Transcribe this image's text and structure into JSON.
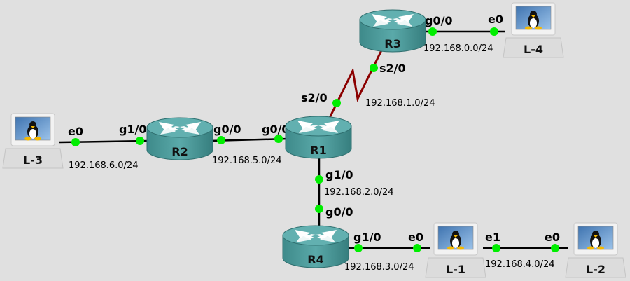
{
  "nodes": {
    "r1": {
      "name": "R1",
      "type": "router"
    },
    "r2": {
      "name": "R2",
      "type": "router"
    },
    "r3": {
      "name": "R3",
      "type": "router"
    },
    "r4": {
      "name": "R4",
      "type": "router"
    },
    "l1": {
      "name": "L-1",
      "type": "linux-host"
    },
    "l2": {
      "name": "L-2",
      "type": "linux-host"
    },
    "l3": {
      "name": "L-3",
      "type": "linux-host"
    },
    "l4": {
      "name": "L-4",
      "type": "linux-host"
    }
  },
  "links": {
    "l3_r2": {
      "a_port": "e0",
      "b_port": "g1/0",
      "subnet": "192.168.6.0/24",
      "type": "ethernet"
    },
    "r2_r1": {
      "a_port": "g0/0",
      "b_port": "g0/0",
      "subnet": "192.168.5.0/24",
      "type": "ethernet"
    },
    "r1_r3": {
      "a_port": "s2/0",
      "b_port": "s2/0",
      "subnet": "192.168.1.0/24",
      "type": "serial"
    },
    "r3_l4": {
      "a_port": "g0/0",
      "b_port": "e0",
      "subnet": "192.168.0.0/24",
      "type": "ethernet"
    },
    "r1_r4": {
      "a_port": "g1/0",
      "b_port": "g0/0",
      "subnet": "192.168.2.0/24",
      "type": "ethernet"
    },
    "r4_l1": {
      "a_port": "g1/0",
      "b_port": "e0",
      "subnet": "192.168.3.0/24",
      "type": "ethernet"
    },
    "l1_l2": {
      "a_port": "e1",
      "b_port": "e0",
      "subnet": "192.168.4.0/24",
      "type": "ethernet"
    }
  },
  "colors": {
    "background": "#e0e0e0",
    "port_up": "#00ee00",
    "serial_link": "#8b0000",
    "router": "#4a9a9a"
  }
}
